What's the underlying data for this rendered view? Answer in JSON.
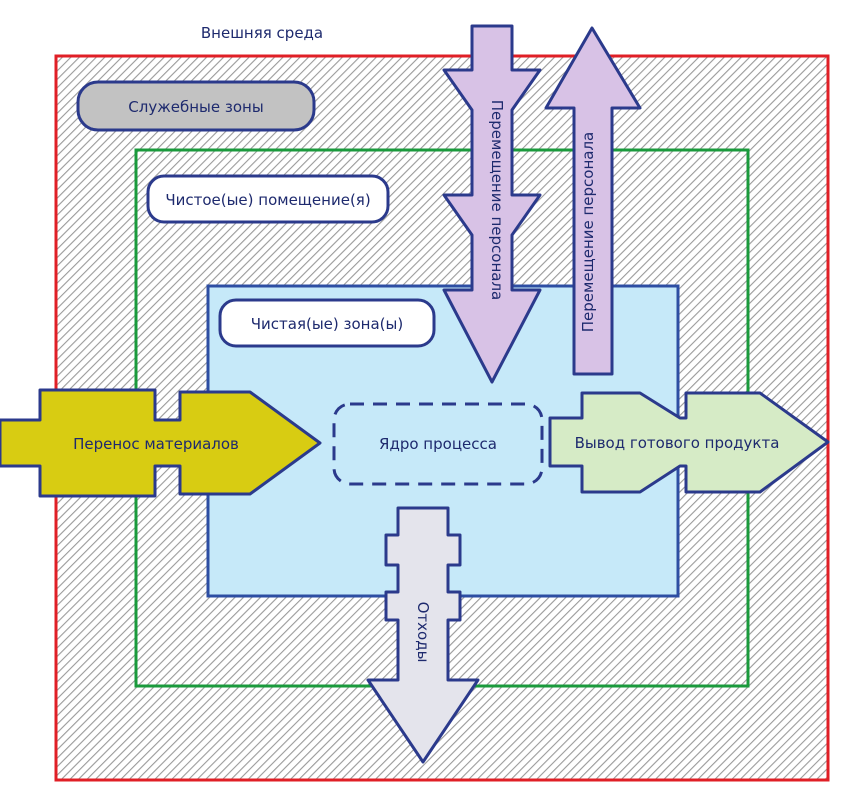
{
  "labels": {
    "external_env": "Внешняя среда",
    "service_zones": "Служебные зоны",
    "cleanrooms": "Чистое(ые) помещение(я)",
    "clean_zones": "Чистая(ые) зона(ы)",
    "process_core": "Ядро процесса",
    "material_transfer": "Перенос материалов",
    "product_output": "Вывод готового продукта",
    "waste": "Отходы",
    "personnel_in": "Перемещение персонала",
    "personnel_out": "Перемещение персонала"
  },
  "colors": {
    "outer_border": "#e01f26",
    "cleanroom_border": "#1a9a3c",
    "clean_zone_fill": "#c6e9f9",
    "clean_zone_border": "#2d4ea3",
    "hatch": "#9a9a9a",
    "service_pill_fill": "#c2c2c2",
    "label_border": "#2b3a8c",
    "material_arrow": "#d8cc12",
    "product_arrow": "#d6ebc6",
    "personnel_arrow": "#d8c2e6",
    "waste_arrow": "#e4e4ec",
    "arrow_outline": "#2b3a8c"
  }
}
